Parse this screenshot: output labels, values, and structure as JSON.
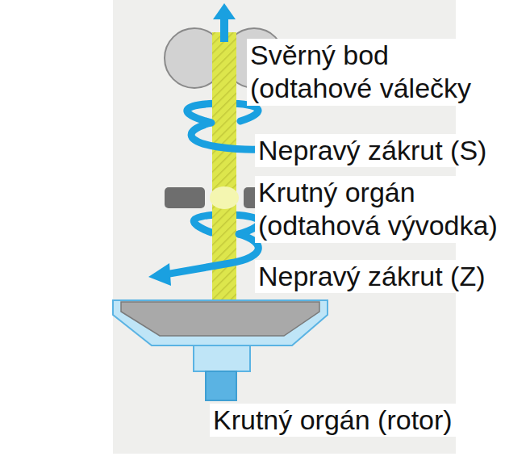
{
  "diagram": {
    "labels": [
      "Svěrný bod (odtahové válečky",
      "Nepravý zákrut (S)",
      "Krutný orgán (odtahová vývodka)",
      "Nepravý zákrut (Z)",
      "Krutný orgán (rotor)"
    ]
  }
}
